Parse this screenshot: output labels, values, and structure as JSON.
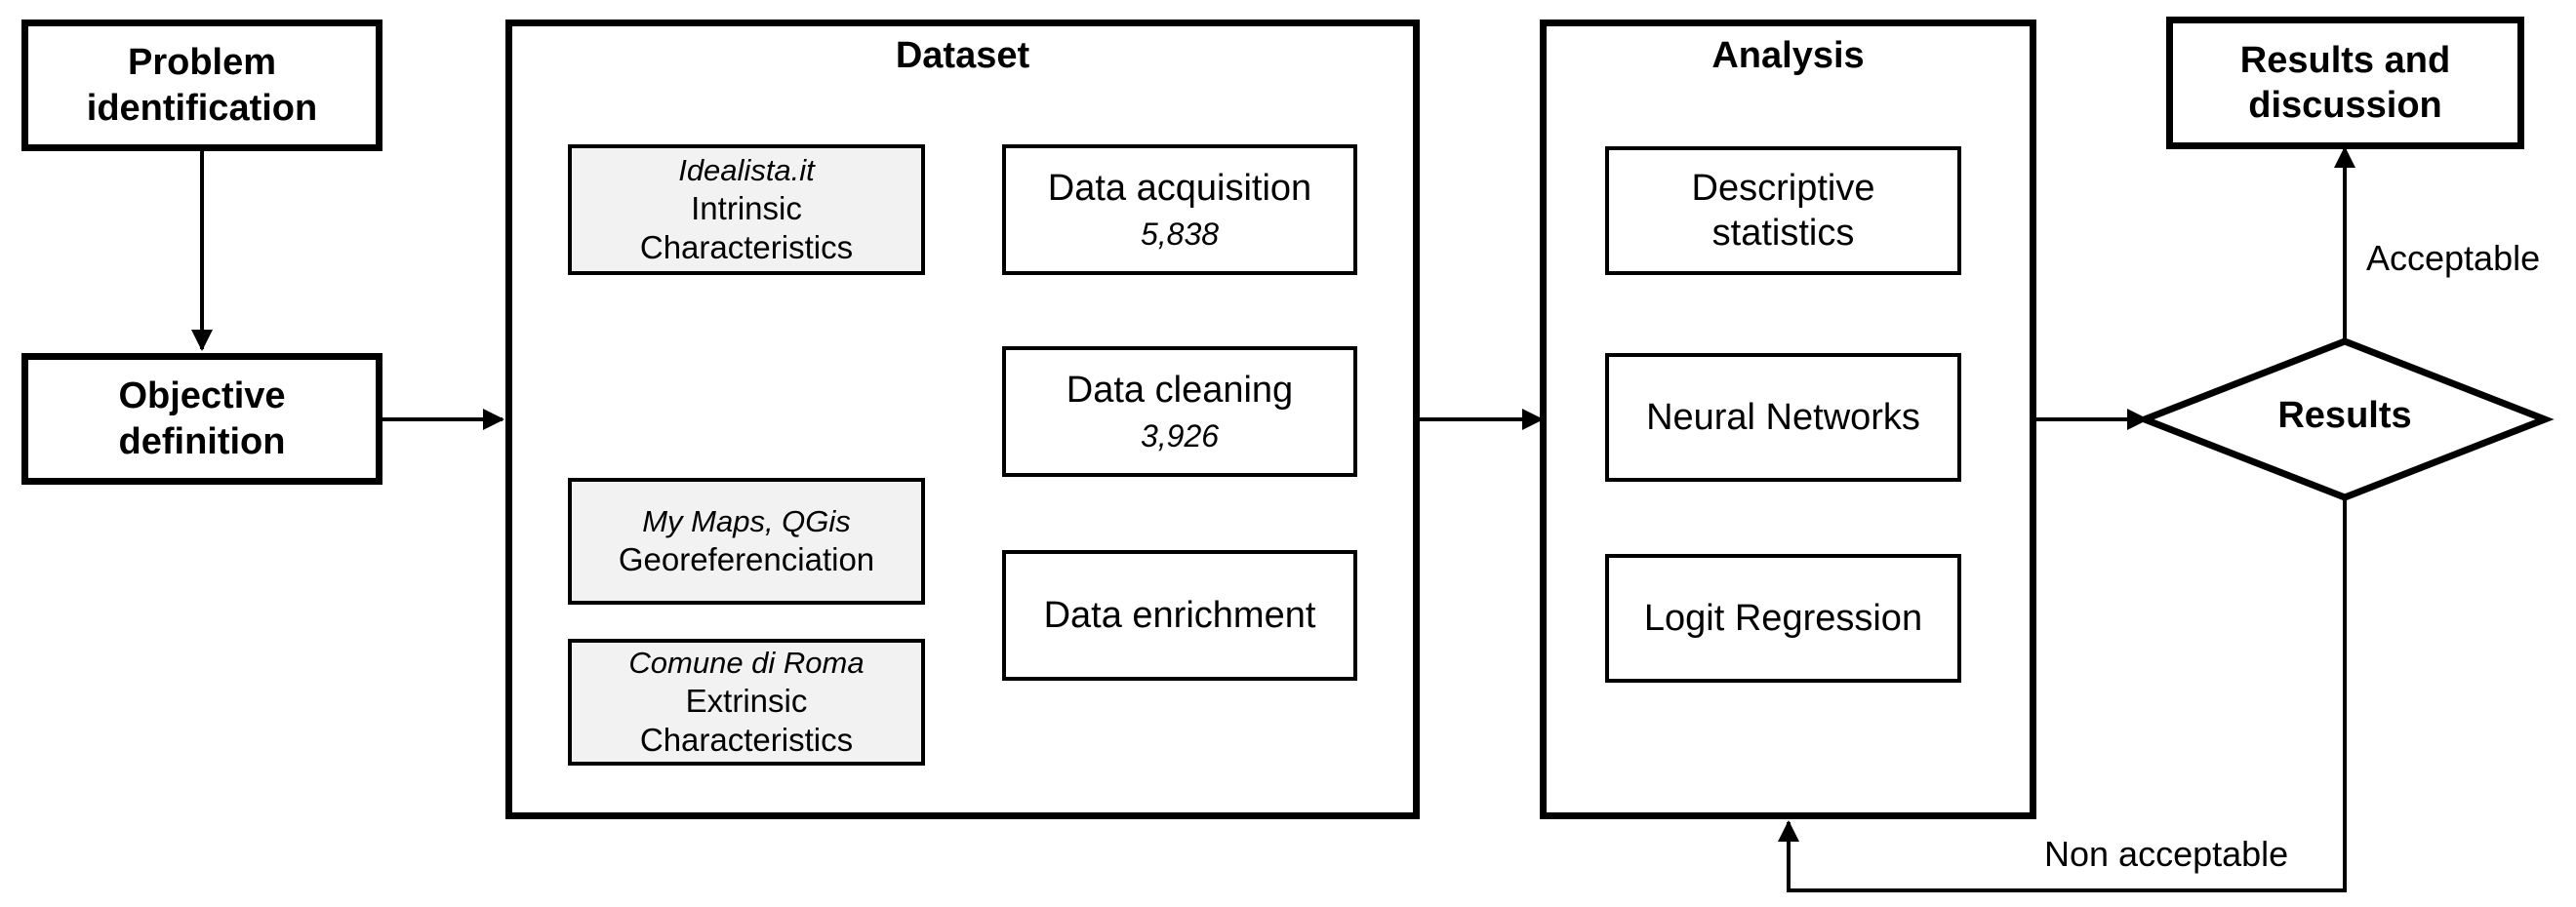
{
  "problem_identification": {
    "line1": "Problem",
    "line2": "identification"
  },
  "objective_definition": {
    "line1": "Objective",
    "line2": "definition"
  },
  "dataset": {
    "title": "Dataset",
    "source_idealista": {
      "name": "Idealista.it",
      "line1": "Intrinsic",
      "line2": "Characteristics"
    },
    "source_mymaps": {
      "name": "My Maps, QGis",
      "line1": "Georeferenciation"
    },
    "source_comune": {
      "name": "Comune di Roma",
      "line1": "Extrinsic",
      "line2": "Characteristics"
    },
    "data_acquisition": {
      "label": "Data acquisition",
      "count": "5,838"
    },
    "data_cleaning": {
      "label": "Data cleaning",
      "count": "3,926"
    },
    "data_enrichment": {
      "label": "Data enrichment"
    }
  },
  "analysis": {
    "title": "Analysis",
    "descriptive": {
      "line1": "Descriptive",
      "line2": "statistics"
    },
    "neural": {
      "label": "Neural Networks"
    },
    "logit": {
      "label": "Logit Regression"
    }
  },
  "results": {
    "label": "Results"
  },
  "results_discussion": {
    "line1": "Results and",
    "line2": "discussion"
  },
  "edges": {
    "acceptable": "Acceptable",
    "non_acceptable": "Non acceptable"
  },
  "colors": {
    "line": "#000000",
    "source_fill": "#f2f2f2"
  }
}
